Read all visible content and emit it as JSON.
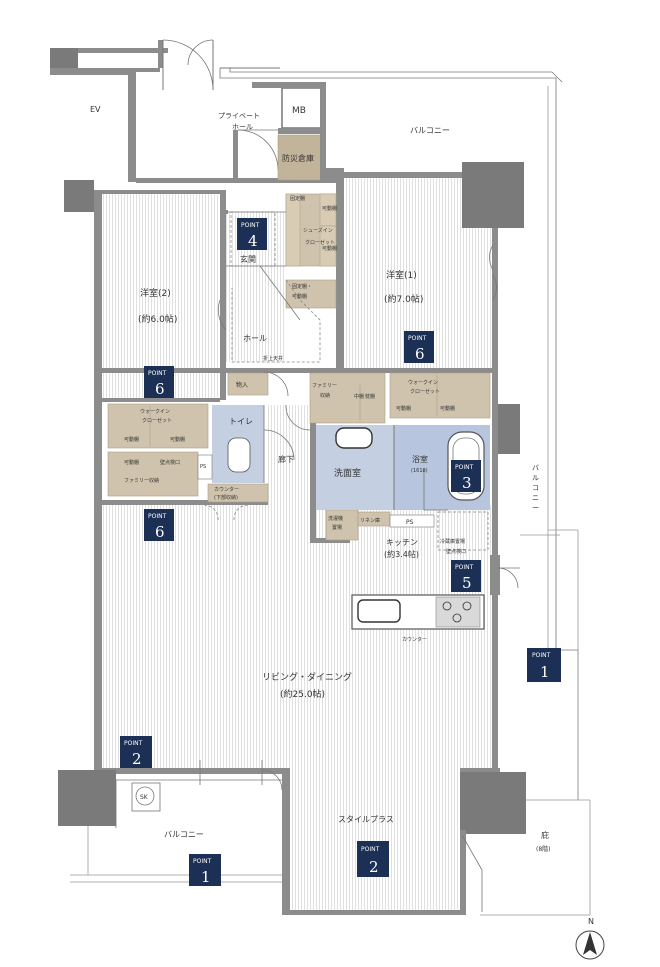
{
  "rooms": {
    "ev": "EV",
    "private_hall": "プライベート\nホール",
    "mb": "MB",
    "storage_disaster": "防災倉庫",
    "balcony_top": "バルコニー",
    "balcony_right": "バルコニー",
    "balcony_bottom": "バルコニー",
    "western2_name": "洋室(2)",
    "western2_size": "(約6.0帖)",
    "western1_name": "洋室(1)",
    "western1_size": "(約7.0帖)",
    "entrance": "玄関",
    "hall": "ホール",
    "fold_ceiling": "折上天井",
    "shoes_closet": "シューズイン\nクローゼット",
    "fixed_shelf": "固定棚",
    "movable_shelf": "可動棚",
    "fixed_movable": "固定棚・\n可動棚",
    "storage": "物入",
    "family_storage_top": "ファミリー\n収納",
    "mid_shelf": "中\n棚",
    "pillow_shelf": "枕\n棚",
    "walkin_right": "ウォークイン\nクローゼット",
    "walkin_left": "ウォークイン\nクローゼット",
    "family_storage_left": "ファミリー収納",
    "inspection": "壁点検口",
    "toilet": "トイレ",
    "counter_lower": "カウンター\n(下部収納)",
    "ps": "PS",
    "corridor": "廊下",
    "washroom": "洗面室",
    "laundry": "洗濯機\n置場",
    "linen": "リネン庫",
    "bath_name": "浴室",
    "bath_size": "(1618)",
    "fridge": "冷蔵庫置場",
    "fridge_inspection": "壁点検口",
    "kitchen_name": "キッチン",
    "kitchen_size": "(約3.4帖)",
    "counter": "カウンター",
    "living_name": "リビング・ダイニング",
    "living_size": "(約25.0帖)",
    "style_plus": "スタイルプラス",
    "sk": "SK",
    "eaves": "庇",
    "eaves_note": "(8階)",
    "north": "N"
  },
  "points": {
    "label": "POINT",
    "p1": "1",
    "p2a": "2",
    "p2b": "2",
    "p3": "3",
    "p4": "4",
    "p5": "5",
    "p6a": "6",
    "p6b": "6",
    "p6c": "6"
  },
  "colors": {
    "point_box": "#1c2f55",
    "wall": "#8c8c8c",
    "storage_tan": "#cfc3ad",
    "wet_area": "#c5cfe2"
  }
}
